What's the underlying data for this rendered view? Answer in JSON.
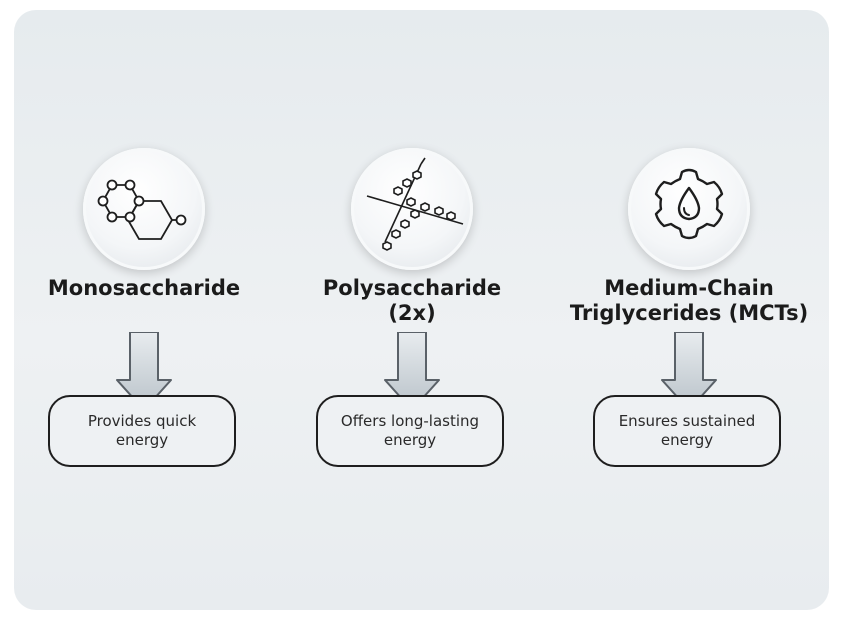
{
  "colors": {
    "panel_background": "#e9edf0",
    "text": "#1b1b1b",
    "outline": "#1e1e1e",
    "arrow_fill": "#cfd6dc"
  },
  "items": [
    {
      "icon": "monosaccharide-molecule-icon",
      "title": "Monosaccharide",
      "result": "Provides quick\nenergy"
    },
    {
      "icon": "polysaccharide-chain-icon",
      "title": "Polysaccharide\n(2x)",
      "result": "Offers long-lasting\nenergy"
    },
    {
      "icon": "gear-oil-drop-icon",
      "title": "Medium-Chain\nTriglycerides (MCTs)",
      "result": "Ensures sustained\nenergy"
    }
  ]
}
